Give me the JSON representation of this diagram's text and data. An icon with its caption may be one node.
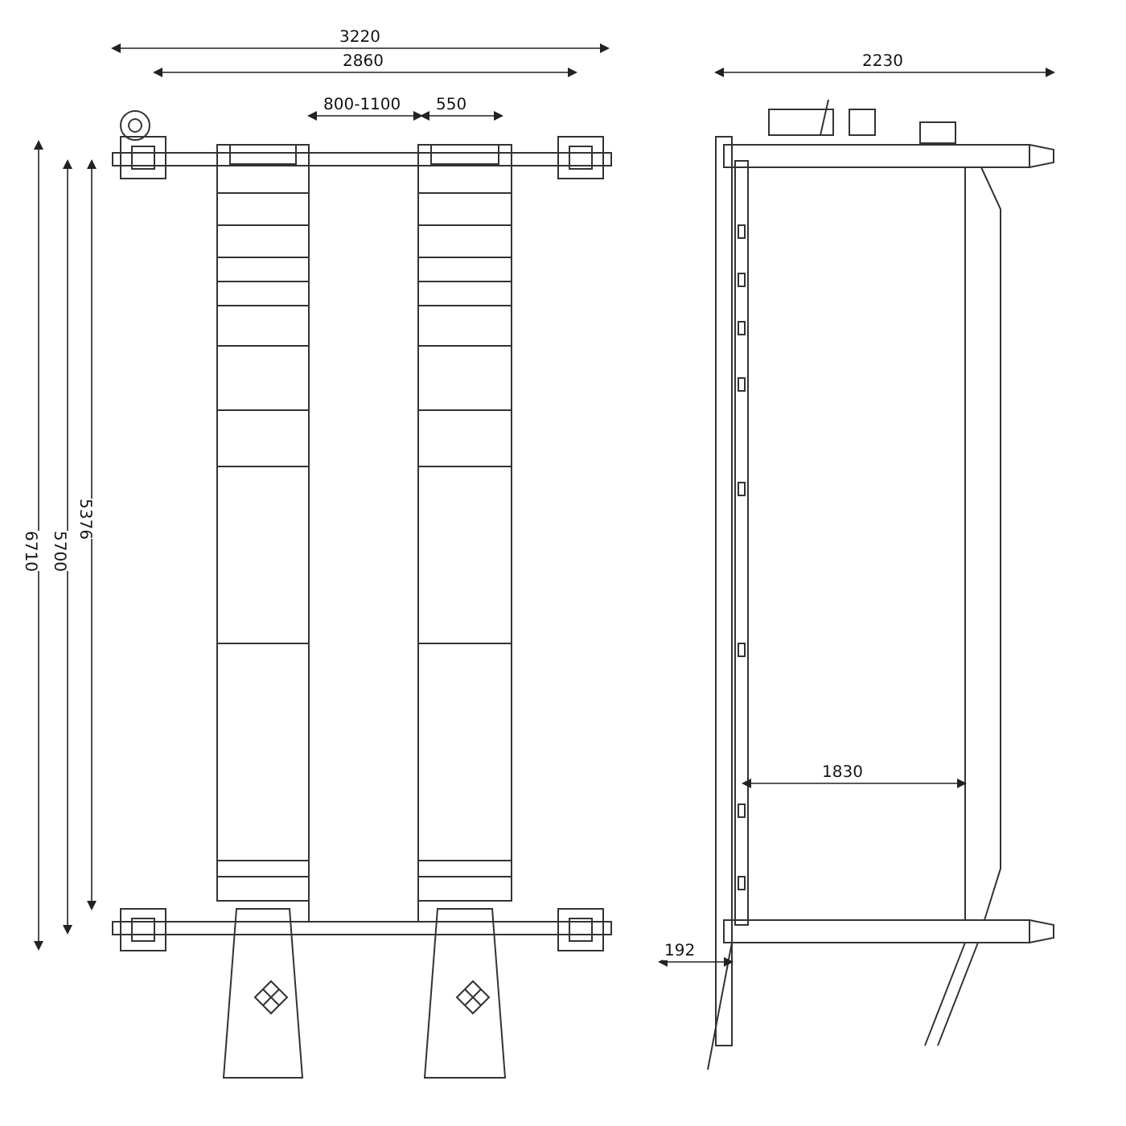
{
  "diagram": {
    "labels": [
      "3220",
      "2860",
      "800-1100",
      "550",
      "2230",
      "6710",
      "5700",
      "5376",
      "1830",
      "192"
    ]
  }
}
